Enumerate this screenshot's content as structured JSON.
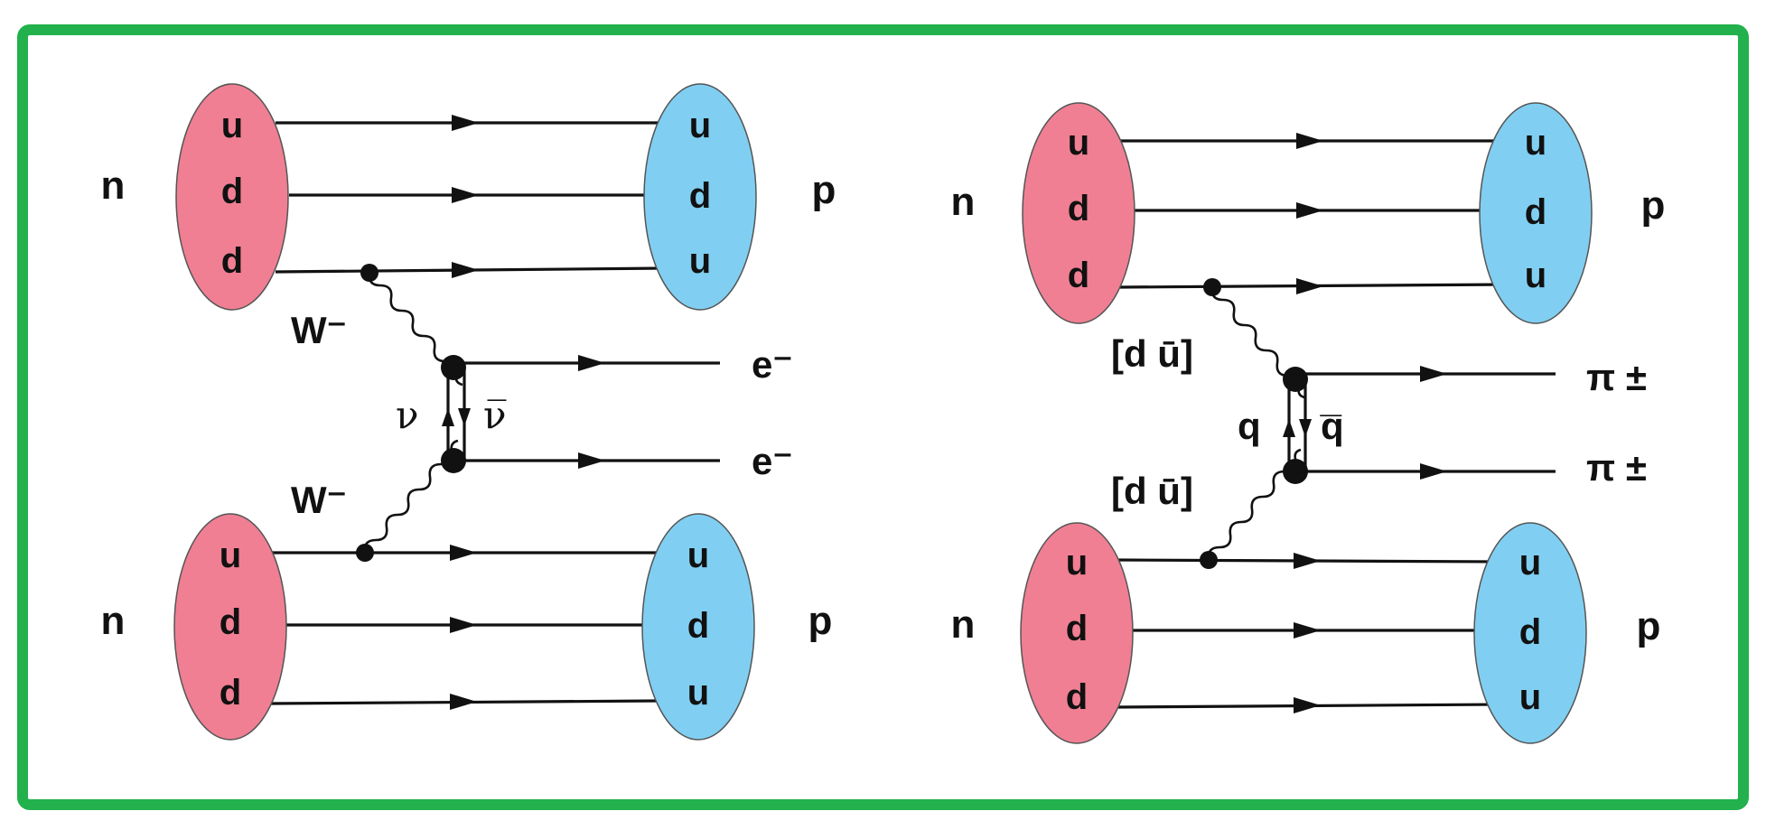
{
  "colors": {
    "border": "#22b14c",
    "neutron": "#f07f93",
    "proton": "#80cff2",
    "line": "#111111"
  },
  "left_diagram": {
    "top_neutron_label": "n",
    "top_proton_label": "p",
    "bottom_neutron_label": "n",
    "bottom_proton_label": "p",
    "top_neutron_quarks": [
      "u",
      "d",
      "d"
    ],
    "top_proton_quarks": [
      "u",
      "d",
      "u"
    ],
    "bottom_neutron_quarks": [
      "u",
      "d",
      "d"
    ],
    "bottom_proton_quarks": [
      "u",
      "d",
      "u"
    ],
    "top_boson_label": "W⁻",
    "bottom_boson_label": "W⁻",
    "loop_left_label": "ν",
    "loop_right_label": "ν̅",
    "out_top_label": "e⁻",
    "out_bottom_label": "e⁻"
  },
  "right_diagram": {
    "top_neutron_label": "n",
    "top_proton_label": "p",
    "bottom_neutron_label": "n",
    "bottom_proton_label": "p",
    "top_neutron_quarks": [
      "u",
      "d",
      "d"
    ],
    "top_proton_quarks": [
      "u",
      "d",
      "u"
    ],
    "bottom_neutron_quarks": [
      "u",
      "d",
      "d"
    ],
    "bottom_proton_quarks": [
      "u",
      "d",
      "u"
    ],
    "top_boson_label": "[d ū]",
    "bottom_boson_label": "[d ū]",
    "loop_left_label": "q",
    "loop_right_label": "q̅",
    "out_top_label": "π ±",
    "out_bottom_label": "π ±"
  }
}
